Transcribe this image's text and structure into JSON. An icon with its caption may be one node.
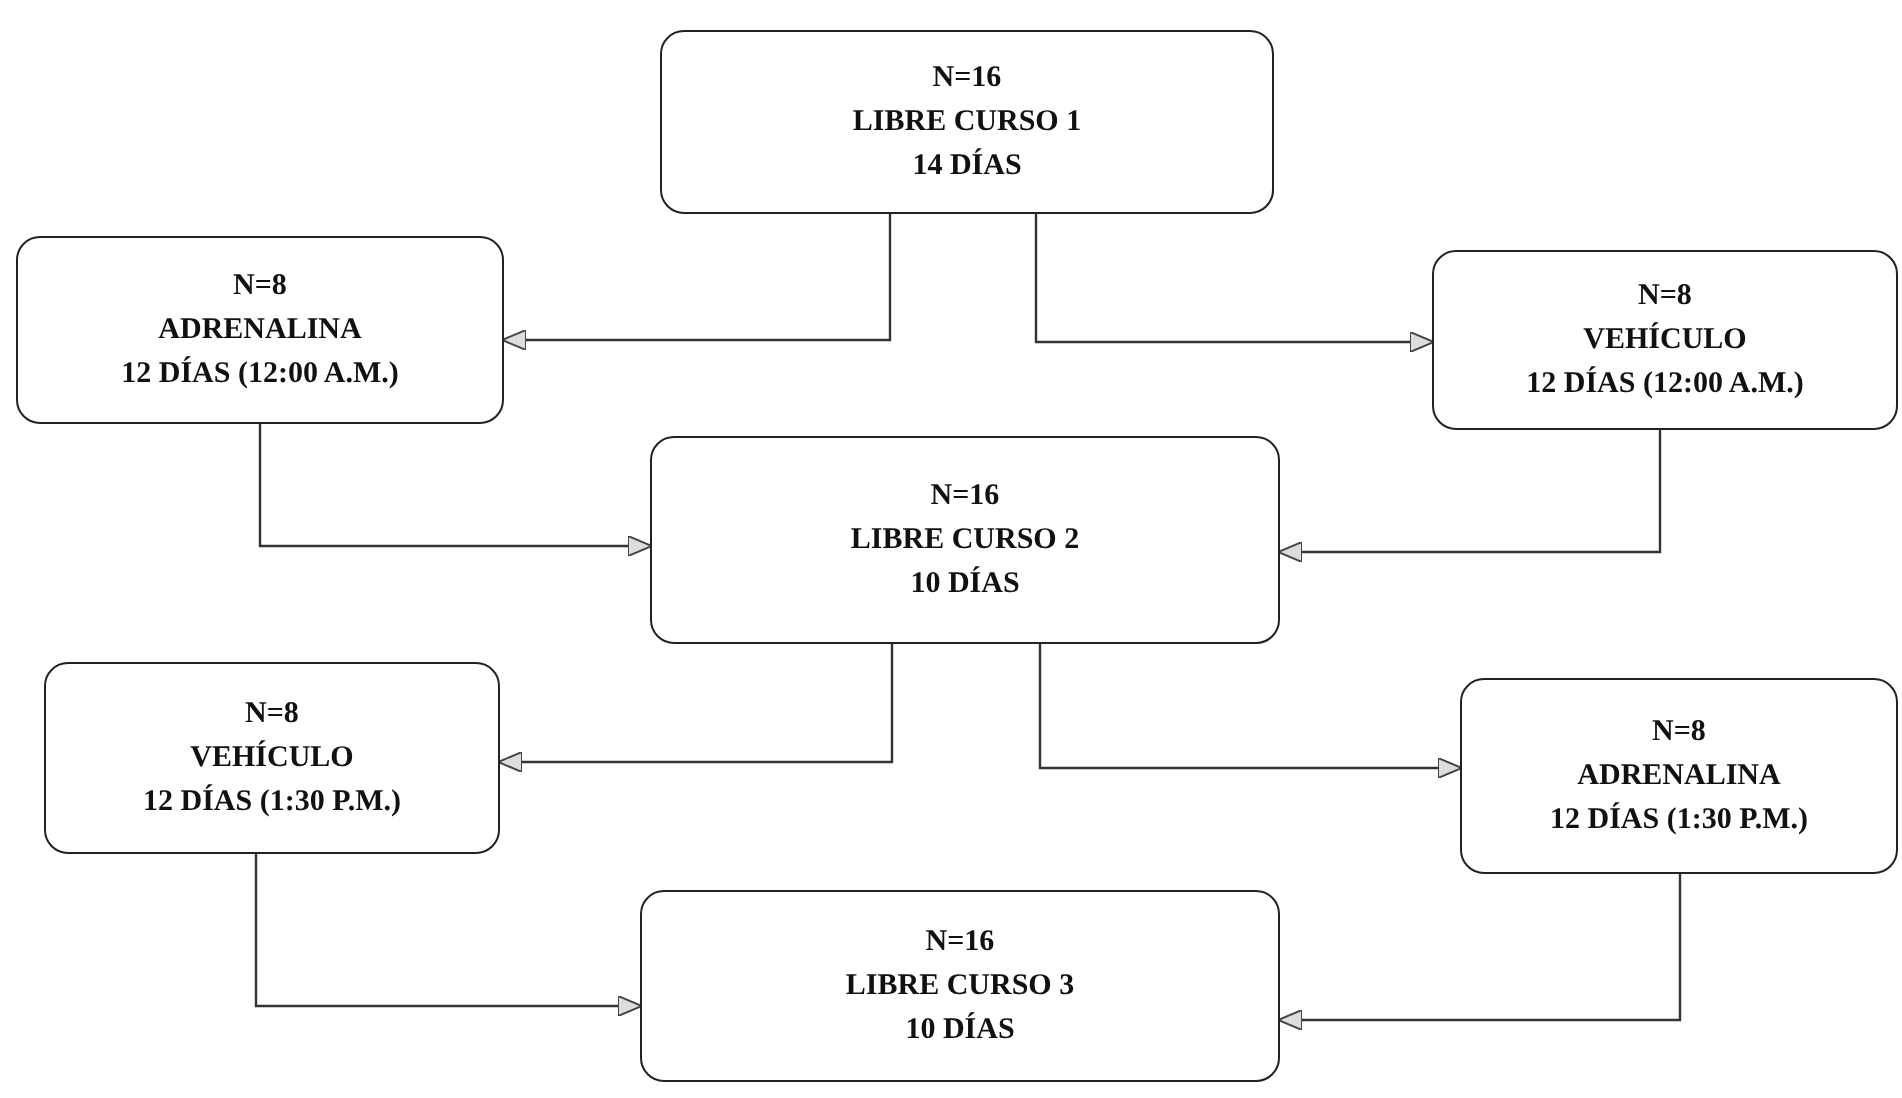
{
  "diagram": {
    "nodes": [
      {
        "text": [
          "N=16",
          "LIBRE CURSO 1",
          "14 DÍAS"
        ]
      },
      {
        "text": [
          "N=8",
          "ADRENALINA",
          "12 DÍAS (12:00 A.M.)"
        ]
      },
      {
        "text": [
          "N=8",
          "VEHÍCULO",
          "12 DÍAS (12:00 A.M.)"
        ]
      },
      {
        "text": [
          "N=16",
          "LIBRE CURSO 2",
          "10 DÍAS"
        ]
      },
      {
        "text": [
          "N=8",
          "VEHÍCULO",
          "12 DÍAS (1:30 P.M.)"
        ]
      },
      {
        "text": [
          "N=8",
          "ADRENALINA",
          "12 DÍAS (1:30 P.M.)"
        ]
      },
      {
        "text": [
          "N=16",
          "LIBRE CURSO 3",
          "10 DÍAS"
        ]
      }
    ],
    "edges": [
      {
        "from": 0,
        "to": 1,
        "arrow": "to"
      },
      {
        "from": 0,
        "to": 2,
        "arrow": "to"
      },
      {
        "from": 1,
        "to": 3,
        "arrow": "to"
      },
      {
        "from": 2,
        "to": 3,
        "arrow": "to"
      },
      {
        "from": 3,
        "to": 4,
        "arrow": "to"
      },
      {
        "from": 3,
        "to": 5,
        "arrow": "to"
      },
      {
        "from": 4,
        "to": 6,
        "arrow": "to"
      },
      {
        "from": 5,
        "to": 6,
        "arrow": "to"
      }
    ]
  }
}
